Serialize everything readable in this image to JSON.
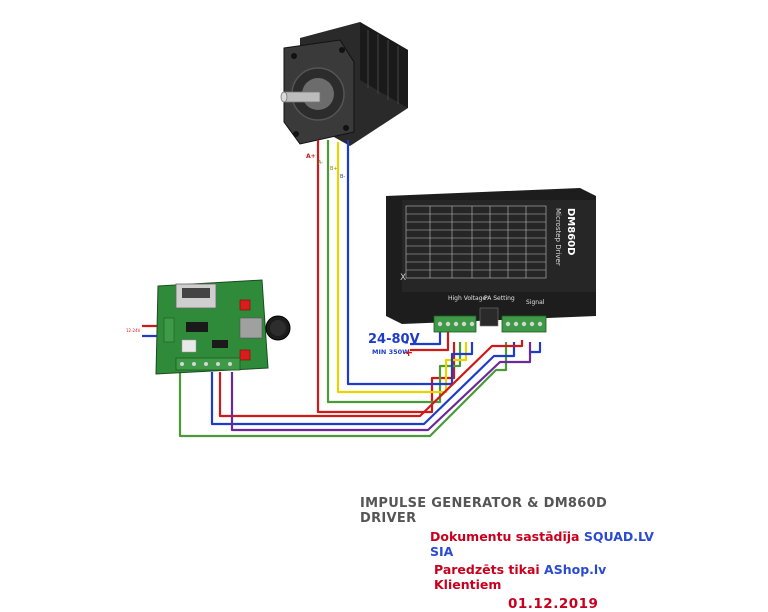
{
  "wire_colors": {
    "red": "#d01818",
    "blue": "#1e3cc8",
    "yellow": "#e8d400",
    "green": "#4a9a3a",
    "purple": "#6a2a9a"
  },
  "motor": {
    "pin_labels": [
      "A+",
      "A-",
      "B+",
      "B-"
    ]
  },
  "driver": {
    "model": "DM860D",
    "name": "Microstep Driver",
    "sections": [
      "High Voltage",
      "PA Setting",
      "Signal"
    ],
    "spec_title": "Current Table"
  },
  "power": {
    "voltage": "24-80V",
    "min_power": "MIN 350W",
    "minus": "-",
    "plus": "+"
  },
  "generator": {
    "input_label": "12-24V"
  },
  "footer": {
    "title": "IMPULSE GENERATOR & DM860D DRIVER",
    "line2_prefix": "Dokumentu sastādīja ",
    "line2_highlight": "SQUAD.LV SIA",
    "line3_prefix": "Paredzēts tikai ",
    "line3_highlight": "AShop.lv",
    "line3_suffix": " Klientiem",
    "date": "01.12.2019"
  }
}
